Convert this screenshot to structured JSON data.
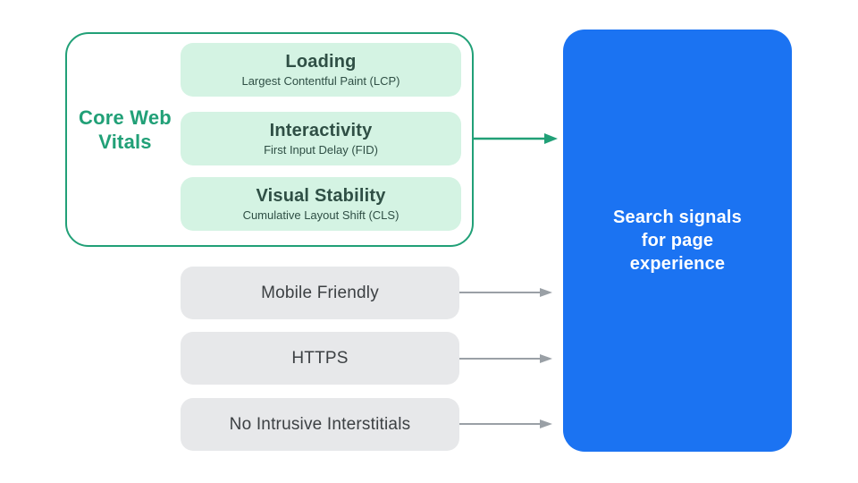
{
  "colors": {
    "page_bg": "#ffffff",
    "green": "#21A077",
    "green_text": "#2F4F45",
    "mint": "#D4F3E3",
    "gray_fill": "#E7E8EA",
    "gray_text": "#3C4043",
    "gray_arrow": "#9AA0A6",
    "blue": "#1B73F2",
    "white_text": "#ffffff"
  },
  "core_web_vitals": {
    "label": "Core Web Vitals",
    "items": [
      {
        "title": "Loading",
        "subtitle": "Largest Contentful Paint (LCP)"
      },
      {
        "title": "Interactivity",
        "subtitle": "First Input Delay (FID)"
      },
      {
        "title": "Visual Stability",
        "subtitle": "Cumulative Layout Shift (CLS)"
      }
    ]
  },
  "other_signals": [
    {
      "label": "Mobile Friendly"
    },
    {
      "label": "HTTPS"
    },
    {
      "label": "No Intrusive Interstitials"
    }
  ],
  "result": {
    "label": "Search signals for page experience"
  }
}
